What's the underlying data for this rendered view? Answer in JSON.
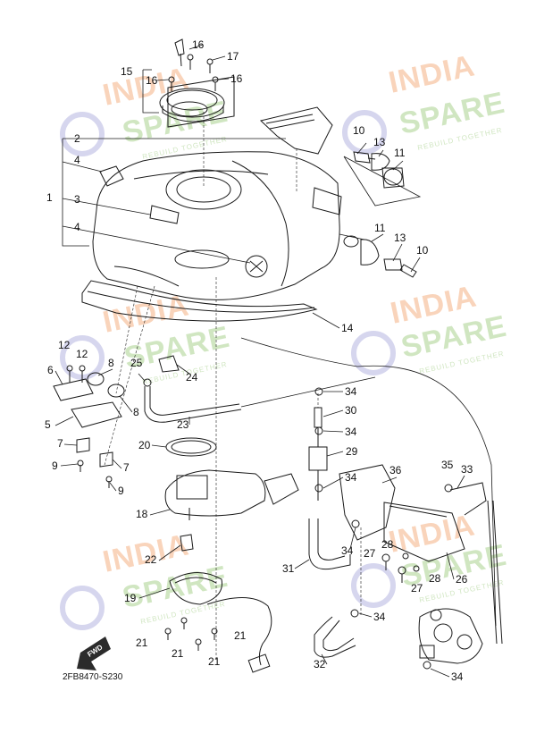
{
  "diagram": {
    "reference_code": "2FB8470-S230",
    "fwd_label": "FWD",
    "callouts": [
      {
        "id": "c1",
        "text": "1"
      },
      {
        "id": "c2",
        "text": "2"
      },
      {
        "id": "c3",
        "text": "3"
      },
      {
        "id": "c4a",
        "text": "4"
      },
      {
        "id": "c4b",
        "text": "4"
      },
      {
        "id": "c5",
        "text": "5"
      },
      {
        "id": "c6",
        "text": "6"
      },
      {
        "id": "c7a",
        "text": "7"
      },
      {
        "id": "c7b",
        "text": "7"
      },
      {
        "id": "c8a",
        "text": "8"
      },
      {
        "id": "c8b",
        "text": "8"
      },
      {
        "id": "c9a",
        "text": "9"
      },
      {
        "id": "c9b",
        "text": "9"
      },
      {
        "id": "c10a",
        "text": "10"
      },
      {
        "id": "c10b",
        "text": "10"
      },
      {
        "id": "c11a",
        "text": "11"
      },
      {
        "id": "c11b",
        "text": "11"
      },
      {
        "id": "c12a",
        "text": "12"
      },
      {
        "id": "c12b",
        "text": "12"
      },
      {
        "id": "c13a",
        "text": "13"
      },
      {
        "id": "c13b",
        "text": "13"
      },
      {
        "id": "c14",
        "text": "14"
      },
      {
        "id": "c15",
        "text": "15"
      },
      {
        "id": "c16a",
        "text": "16"
      },
      {
        "id": "c16b",
        "text": "16"
      },
      {
        "id": "c16c",
        "text": "16"
      },
      {
        "id": "c17",
        "text": "17"
      },
      {
        "id": "c18",
        "text": "18"
      },
      {
        "id": "c19",
        "text": "19"
      },
      {
        "id": "c20",
        "text": "20"
      },
      {
        "id": "c21a",
        "text": "21"
      },
      {
        "id": "c21b",
        "text": "21"
      },
      {
        "id": "c21c",
        "text": "21"
      },
      {
        "id": "c21d",
        "text": "21"
      },
      {
        "id": "c22",
        "text": "22"
      },
      {
        "id": "c23",
        "text": "23"
      },
      {
        "id": "c24",
        "text": "24"
      },
      {
        "id": "c25",
        "text": "25"
      },
      {
        "id": "c26",
        "text": "26"
      },
      {
        "id": "c27a",
        "text": "27"
      },
      {
        "id": "c27b",
        "text": "27"
      },
      {
        "id": "c28a",
        "text": "28"
      },
      {
        "id": "c28b",
        "text": "28"
      },
      {
        "id": "c29",
        "text": "29"
      },
      {
        "id": "c30",
        "text": "30"
      },
      {
        "id": "c31",
        "text": "31"
      },
      {
        "id": "c32",
        "text": "32"
      },
      {
        "id": "c33",
        "text": "33"
      },
      {
        "id": "c34a",
        "text": "34"
      },
      {
        "id": "c34b",
        "text": "34"
      },
      {
        "id": "c34c",
        "text": "34"
      },
      {
        "id": "c34d",
        "text": "34"
      },
      {
        "id": "c34e",
        "text": "34"
      },
      {
        "id": "c34f",
        "text": "34"
      },
      {
        "id": "c35",
        "text": "35"
      },
      {
        "id": "c36",
        "text": "36"
      }
    ]
  },
  "watermark": {
    "line1": "INDIA",
    "line2": "SPARE",
    "tagline": "REBUILD TOGETHER",
    "color_india": "#f4b183",
    "color_spare": "#a9d18e",
    "color_icon": "#b4b4e0"
  }
}
